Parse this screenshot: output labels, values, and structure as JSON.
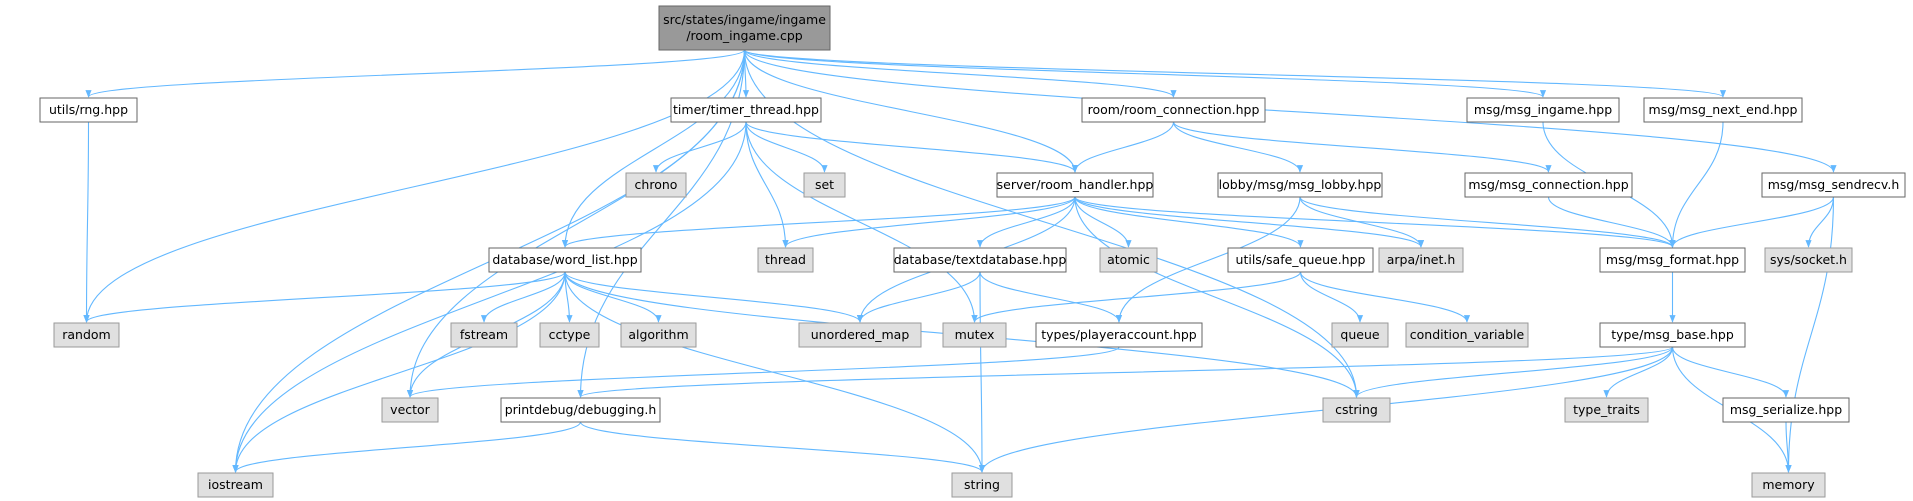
{
  "diagram": {
    "colors": {
      "edge": "#63b8ff",
      "root_fill": "#999999",
      "header_fill": "#ffffff",
      "system_fill": "#e0e0e0",
      "border": "#666666",
      "system_border": "#999999"
    },
    "nodes": [
      {
        "id": "root",
        "lines": [
          "src/states/ingame/ingame",
          "/room_ingame.cpp"
        ],
        "kind": "root"
      },
      {
        "id": "utils_rng",
        "lines": [
          "utils/rng.hpp"
        ],
        "kind": "header"
      },
      {
        "id": "timer_thread",
        "lines": [
          "timer/timer_thread.hpp"
        ],
        "kind": "header"
      },
      {
        "id": "room_connection",
        "lines": [
          "room/room_connection.hpp"
        ],
        "kind": "header"
      },
      {
        "id": "msg_ingame",
        "lines": [
          "msg/msg_ingame.hpp"
        ],
        "kind": "header"
      },
      {
        "id": "msg_next_end",
        "lines": [
          "msg/msg_next_end.hpp"
        ],
        "kind": "header"
      },
      {
        "id": "msg_sendrecv",
        "lines": [
          "msg/msg_sendrecv.h"
        ],
        "kind": "header"
      },
      {
        "id": "chrono",
        "lines": [
          "chrono"
        ],
        "kind": "system"
      },
      {
        "id": "set",
        "lines": [
          "set"
        ],
        "kind": "system"
      },
      {
        "id": "room_handler",
        "lines": [
          "server/room_handler.hpp"
        ],
        "kind": "header"
      },
      {
        "id": "msg_lobby",
        "lines": [
          "lobby/msg/msg_lobby.hpp"
        ],
        "kind": "header"
      },
      {
        "id": "msg_connection",
        "lines": [
          "msg/msg_connection.hpp"
        ],
        "kind": "header"
      },
      {
        "id": "word_list",
        "lines": [
          "database/word_list.hpp"
        ],
        "kind": "header"
      },
      {
        "id": "thread",
        "lines": [
          "thread"
        ],
        "kind": "system"
      },
      {
        "id": "textdatabase",
        "lines": [
          "database/textdatabase.hpp"
        ],
        "kind": "header"
      },
      {
        "id": "atomic",
        "lines": [
          "atomic"
        ],
        "kind": "system"
      },
      {
        "id": "safe_queue",
        "lines": [
          "utils/safe_queue.hpp"
        ],
        "kind": "header"
      },
      {
        "id": "arpa_inet",
        "lines": [
          "arpa/inet.h"
        ],
        "kind": "system"
      },
      {
        "id": "msg_format",
        "lines": [
          "msg/msg_format.hpp"
        ],
        "kind": "header"
      },
      {
        "id": "sys_socket",
        "lines": [
          "sys/socket.h"
        ],
        "kind": "system"
      },
      {
        "id": "random",
        "lines": [
          "random"
        ],
        "kind": "system"
      },
      {
        "id": "fstream",
        "lines": [
          "fstream"
        ],
        "kind": "system"
      },
      {
        "id": "cctype",
        "lines": [
          "cctype"
        ],
        "kind": "system"
      },
      {
        "id": "algorithm",
        "lines": [
          "algorithm"
        ],
        "kind": "system"
      },
      {
        "id": "unordered_map",
        "lines": [
          "unordered_map"
        ],
        "kind": "system"
      },
      {
        "id": "mutex",
        "lines": [
          "mutex"
        ],
        "kind": "system"
      },
      {
        "id": "playeraccount",
        "lines": [
          "types/playeraccount.hpp"
        ],
        "kind": "header"
      },
      {
        "id": "queue",
        "lines": [
          "queue"
        ],
        "kind": "system"
      },
      {
        "id": "condition_variable",
        "lines": [
          "condition_variable"
        ],
        "kind": "system"
      },
      {
        "id": "msg_base",
        "lines": [
          "type/msg_base.hpp"
        ],
        "kind": "header"
      },
      {
        "id": "vector",
        "lines": [
          "vector"
        ],
        "kind": "system"
      },
      {
        "id": "debugging",
        "lines": [
          "printdebug/debugging.h"
        ],
        "kind": "header"
      },
      {
        "id": "cstring",
        "lines": [
          "cstring"
        ],
        "kind": "system"
      },
      {
        "id": "type_traits",
        "lines": [
          "type_traits"
        ],
        "kind": "system"
      },
      {
        "id": "msg_serialize",
        "lines": [
          "msg_serialize.hpp"
        ],
        "kind": "header"
      },
      {
        "id": "iostream",
        "lines": [
          "iostream"
        ],
        "kind": "system"
      },
      {
        "id": "string",
        "lines": [
          "string"
        ],
        "kind": "system"
      },
      {
        "id": "memory",
        "lines": [
          "memory"
        ],
        "kind": "system"
      }
    ],
    "edges": [
      [
        "root",
        "utils_rng"
      ],
      [
        "root",
        "timer_thread"
      ],
      [
        "root",
        "room_connection"
      ],
      [
        "root",
        "msg_ingame"
      ],
      [
        "root",
        "msg_next_end"
      ],
      [
        "root",
        "msg_sendrecv"
      ],
      [
        "root",
        "room_handler"
      ],
      [
        "root",
        "word_list"
      ],
      [
        "root",
        "random"
      ],
      [
        "root",
        "vector"
      ],
      [
        "root",
        "debugging"
      ],
      [
        "root",
        "iostream"
      ],
      [
        "root",
        "cstring"
      ],
      [
        "utils_rng",
        "random"
      ],
      [
        "timer_thread",
        "chrono"
      ],
      [
        "timer_thread",
        "set"
      ],
      [
        "timer_thread",
        "thread"
      ],
      [
        "timer_thread",
        "room_handler"
      ],
      [
        "timer_thread",
        "mutex"
      ],
      [
        "timer_thread",
        "iostream"
      ],
      [
        "room_connection",
        "room_handler"
      ],
      [
        "room_connection",
        "msg_lobby"
      ],
      [
        "room_connection",
        "msg_connection"
      ],
      [
        "msg_ingame",
        "msg_format"
      ],
      [
        "msg_next_end",
        "msg_format"
      ],
      [
        "msg_sendrecv",
        "msg_format"
      ],
      [
        "msg_sendrecv",
        "sys_socket"
      ],
      [
        "msg_sendrecv",
        "memory"
      ],
      [
        "room_handler",
        "word_list"
      ],
      [
        "room_handler",
        "thread"
      ],
      [
        "room_handler",
        "textdatabase"
      ],
      [
        "room_handler",
        "atomic"
      ],
      [
        "room_handler",
        "safe_queue"
      ],
      [
        "room_handler",
        "arpa_inet"
      ],
      [
        "room_handler",
        "msg_format"
      ],
      [
        "room_handler",
        "unordered_map"
      ],
      [
        "room_handler",
        "cstring"
      ],
      [
        "msg_lobby",
        "arpa_inet"
      ],
      [
        "msg_lobby",
        "msg_format"
      ],
      [
        "msg_lobby",
        "playeraccount"
      ],
      [
        "msg_connection",
        "msg_format"
      ],
      [
        "word_list",
        "random"
      ],
      [
        "word_list",
        "fstream"
      ],
      [
        "word_list",
        "cctype"
      ],
      [
        "word_list",
        "algorithm"
      ],
      [
        "word_list",
        "unordered_map"
      ],
      [
        "word_list",
        "vector"
      ],
      [
        "word_list",
        "iostream"
      ],
      [
        "word_list",
        "string"
      ],
      [
        "word_list",
        "cstring"
      ],
      [
        "textdatabase",
        "unordered_map"
      ],
      [
        "textdatabase",
        "playeraccount"
      ],
      [
        "textdatabase",
        "string"
      ],
      [
        "safe_queue",
        "mutex"
      ],
      [
        "safe_queue",
        "queue"
      ],
      [
        "safe_queue",
        "condition_variable"
      ],
      [
        "msg_format",
        "msg_base"
      ],
      [
        "playeraccount",
        "vector"
      ],
      [
        "msg_base",
        "debugging"
      ],
      [
        "msg_base",
        "cstring"
      ],
      [
        "msg_base",
        "type_traits"
      ],
      [
        "msg_base",
        "msg_serialize"
      ],
      [
        "msg_base",
        "string"
      ],
      [
        "msg_base",
        "memory"
      ],
      [
        "msg_serialize",
        "memory"
      ],
      [
        "debugging",
        "iostream"
      ],
      [
        "debugging",
        "string"
      ]
    ]
  }
}
